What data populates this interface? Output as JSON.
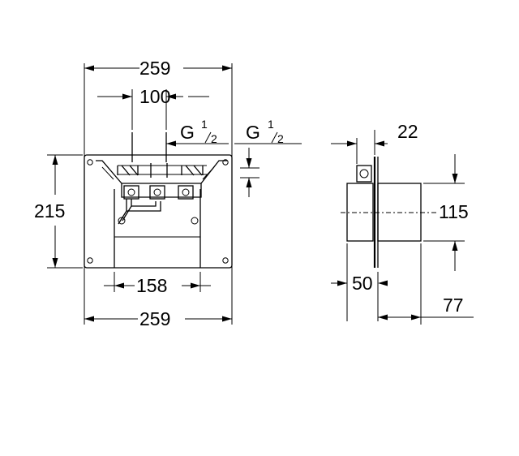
{
  "dimensions": {
    "top_width": "259",
    "connection_spacing": "100",
    "thread_left_letter": "G",
    "thread_left_num": "1",
    "thread_left_den": "2",
    "thread_right_letter": "G",
    "thread_right_num": "1",
    "thread_right_den": "2",
    "height": "215",
    "inner_width": "158",
    "bottom_width": "259",
    "side_top": "22",
    "side_height": "115",
    "side_depth": "50",
    "side_offset": "77"
  },
  "colors": {
    "line": "#000000",
    "background": "#ffffff"
  }
}
